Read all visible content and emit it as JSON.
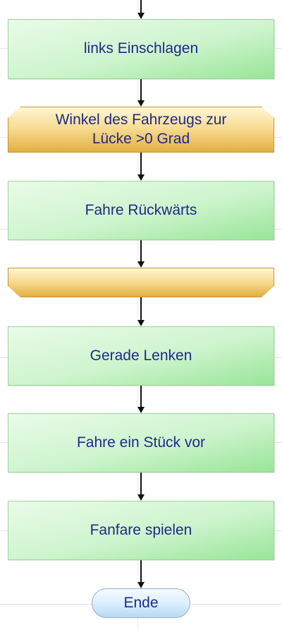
{
  "flowchart": {
    "steps": [
      {
        "label": "links Einschlagen"
      },
      {
        "label": "Fahre Rückwärts"
      },
      {
        "label": "Gerade Lenken"
      },
      {
        "label": "Fahre ein Stück vor"
      },
      {
        "label": "Fanfare spielen"
      }
    ],
    "loop": {
      "condition": "Winkel des Fahrzeugs zur Lücke >0 Grad",
      "end_label": ""
    },
    "terminal": {
      "label": "Ende"
    }
  },
  "colors": {
    "step_fill": "#cdf4cd",
    "loop_fill": "#f6d98d",
    "terminal_fill": "#dcefff",
    "text": "#1f2a87"
  }
}
